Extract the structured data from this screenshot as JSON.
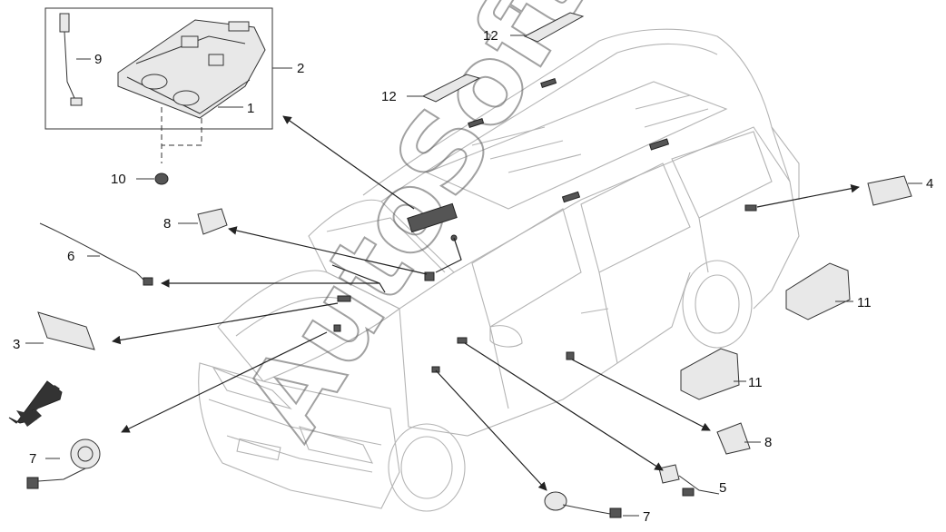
{
  "watermark": "AutoSoft",
  "callouts": {
    "c1": "1",
    "c2": "2",
    "c3": "3",
    "c4": "4",
    "c5": "5",
    "c6": "6",
    "c7a": "7",
    "c7b": "7",
    "c8a": "8",
    "c8b": "8",
    "c9": "9",
    "c10": "10",
    "c11a": "11",
    "c11b": "11",
    "c12a": "12",
    "c12b": "12"
  },
  "colors": {
    "outline": "#b4b4b4",
    "ink": "#222222",
    "watermark": "#555555"
  }
}
